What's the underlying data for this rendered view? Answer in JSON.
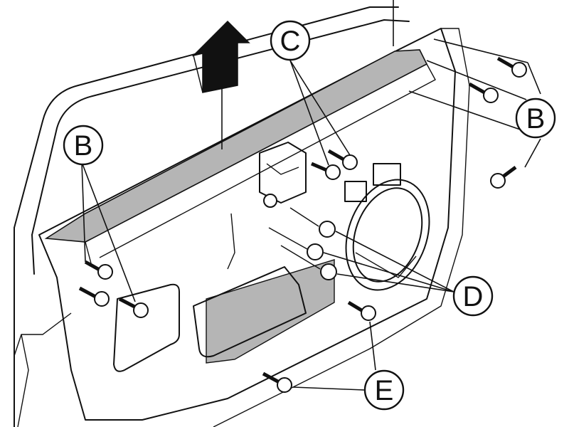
{
  "callouts": {
    "b_left": "B",
    "c": "C",
    "b_right": "B",
    "d": "D",
    "e": "E"
  },
  "colors": {
    "line": "#111111",
    "shade": "#b5b5b5",
    "background": "#ffffff"
  }
}
